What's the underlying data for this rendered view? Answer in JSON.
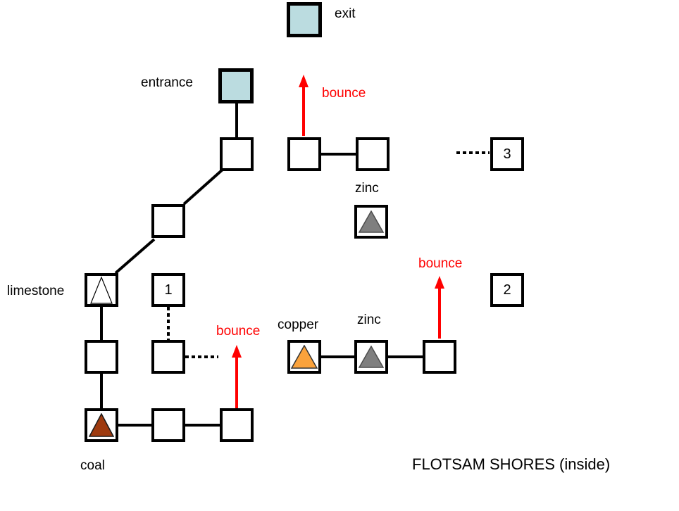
{
  "diagram": {
    "title": "FLOTSAM SHORES (inside)",
    "rooms": {
      "exit": {
        "label": "exit"
      },
      "entrance": {
        "label": "entrance"
      },
      "room_1": {
        "number": "1"
      },
      "room_2": {
        "number": "2"
      },
      "room_3": {
        "number": "3"
      },
      "limestone": {
        "label": "limestone",
        "mineral": "limestone"
      },
      "coal": {
        "label": "coal",
        "mineral": "coal"
      },
      "copper": {
        "label": "copper",
        "mineral": "copper"
      },
      "zinc_north": {
        "label": "zinc",
        "mineral": "zinc"
      },
      "zinc_south": {
        "label": "zinc",
        "mineral": "zinc"
      }
    },
    "bounce_labels": {
      "north": "bounce",
      "west": "bounce",
      "east": "bounce"
    },
    "colors": {
      "special_room_fill": "#BBDCE0",
      "room_fill": "#FFFFFF",
      "line": "#000000",
      "bounce_red": "#FF0000",
      "zinc_triangle": "#7F7F7F",
      "copper_triangle": "#FAA23C",
      "coal_triangle": "#9E3A0F",
      "limestone_triangle": "#FFFFFF"
    }
  }
}
